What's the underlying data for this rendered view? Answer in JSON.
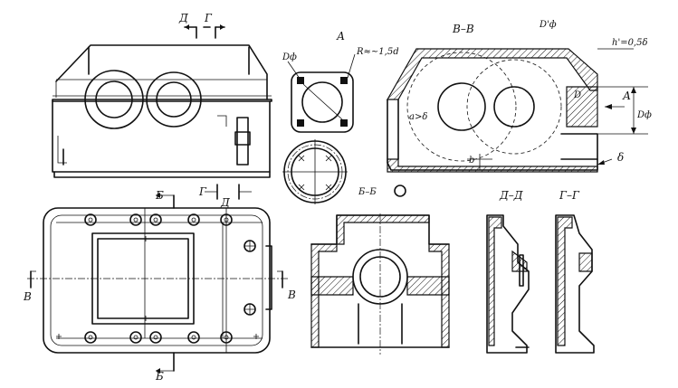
{
  "labels": {
    "section_d_top": "Д",
    "section_g_top": "Г",
    "view_a": "А",
    "section_bb_title": "В–В",
    "d_phi_top": "Dф",
    "d_phi_prime": "D'ф",
    "r_label": "R≈~1,5d",
    "h_prime": "h'=0,5δ",
    "arrow_a": "А",
    "big_d": "D",
    "d_phi_side": "Dф",
    "delta": "δ",
    "small_b": "b",
    "a_delta": "a>δ",
    "section_bb_small": "Б–Б",
    "section_dd": "Д–Д",
    "section_gg": "Г–Г",
    "plan_b_top": "Б",
    "plan_g": "Г",
    "plan_d": "Д",
    "plan_v_left": "В",
    "plan_v_right": "В",
    "plan_b_bottom": "Б"
  }
}
